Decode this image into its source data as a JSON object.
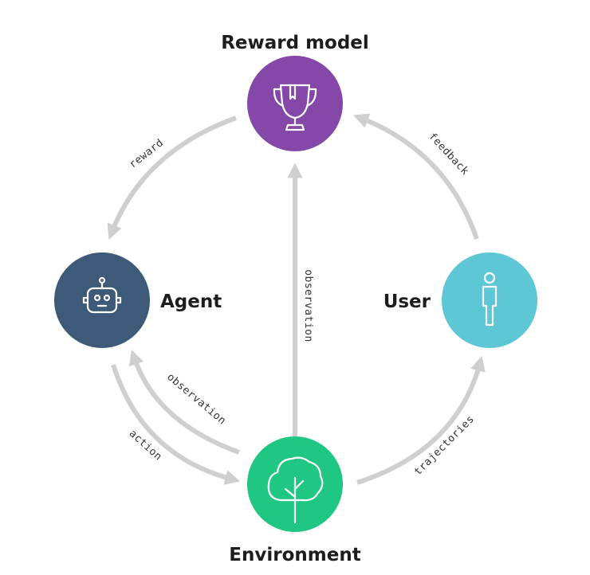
{
  "nodes": {
    "reward_model": {
      "label": "Reward model",
      "color": "#8548a8",
      "icon": "trophy-icon"
    },
    "agent": {
      "label": "Agent",
      "color": "#3d5a79",
      "icon": "robot-icon"
    },
    "user": {
      "label": "User",
      "color": "#5ec7d6",
      "icon": "person-icon"
    },
    "environment": {
      "label": "Environment",
      "color": "#20c783",
      "icon": "tree-icon"
    }
  },
  "edges": {
    "reward": "reward",
    "feedback": "feedback",
    "observation_center": "observation",
    "observation_left": "observation",
    "action": "action",
    "trajectories": "trajectories"
  },
  "colors": {
    "arrow": "#cfcfcf"
  }
}
